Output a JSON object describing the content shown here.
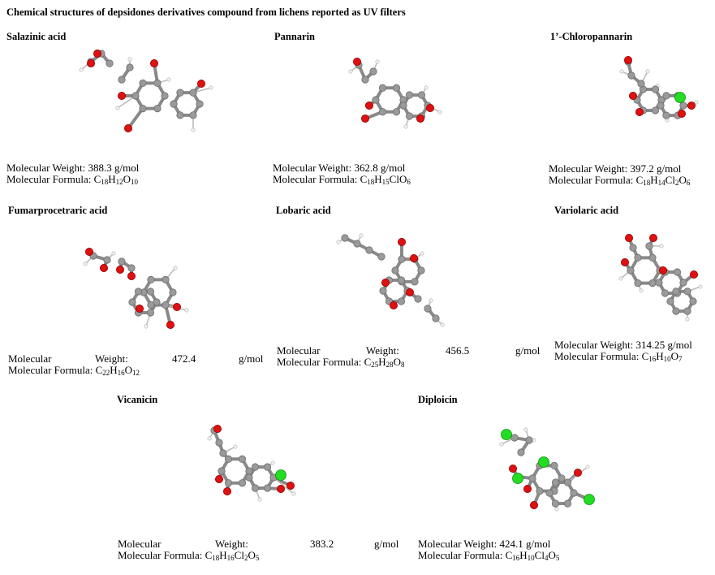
{
  "figure": {
    "title": "Chemical structures of depsidones derivatives compound from lichens reported as UV filters"
  },
  "compounds": [
    {
      "name": "Salazinic acid",
      "mw_label": "Molecular Weight:",
      "mw_value": "388.3 g/mol",
      "mf_label": "Molecular Formula:",
      "mf_parts": [
        "C",
        "18",
        "H",
        "12",
        "O",
        "10"
      ]
    },
    {
      "name": "Pannarin",
      "mw_label": "Molecular Weight:",
      "mw_value": "362.8 g/mol",
      "mf_label": "Molecular Formula:",
      "mf_parts": [
        "C",
        "18",
        "H",
        "15",
        "ClO",
        "6"
      ]
    },
    {
      "name": "1’-Chloropannarin",
      "mw_label": "Molecular Weight:",
      "mw_value": "397.2 g/mol",
      "mf_label": "Molecular Formula:",
      "mf_parts": [
        "C",
        "18",
        "H",
        "14",
        "Cl",
        "2",
        "O",
        "6"
      ]
    },
    {
      "name": "Fumarprocetraric acid",
      "mw_label": "Molecular",
      "mw_word2": "Weight:",
      "mw_num": "472.4",
      "mw_unit": "g/mol",
      "mf_label": "Molecular Formula:",
      "mf_parts": [
        "C",
        "22",
        "H",
        "16",
        "O",
        "12"
      ]
    },
    {
      "name": "Lobaric acid",
      "mw_label": "Molecular",
      "mw_word2": "Weight:",
      "mw_num": "456.5",
      "mw_unit": "g/mol",
      "mf_label": "Molecular Formula:",
      "mf_parts": [
        "C",
        "25",
        "H",
        "28",
        "O",
        "8"
      ]
    },
    {
      "name": "Variolaric acid",
      "mw_label": "Molecular Weight:",
      "mw_value": "314.25 g/mol",
      "mf_label": "Molecular Formula:",
      "mf_parts": [
        "C",
        "16",
        "H",
        "10",
        "O",
        "7"
      ]
    },
    {
      "name": "Vicanicin",
      "mw_label": "Molecular",
      "mw_word2": "Weight:",
      "mw_num": "383.2",
      "mw_unit": "g/mol",
      "mf_label": "Molecular Formula:",
      "mf_parts": [
        "C",
        "18",
        "H",
        "16",
        "Cl",
        "2",
        "O",
        "5"
      ]
    },
    {
      "name": "Diploicin",
      "mw_label": "Molecular Weight:",
      "mw_value": "424.1 g/mol",
      "mf_label": "Molecular Formula:",
      "mf_parts": [
        "C",
        "16",
        "H",
        "10",
        "Cl",
        "4",
        "O",
        "5"
      ]
    }
  ],
  "atom_colors": {
    "carbon": "#9a9a9a",
    "oxygen": "#e01010",
    "chlorine": "#22dd22",
    "hydrogen": "#f2f2f2"
  }
}
